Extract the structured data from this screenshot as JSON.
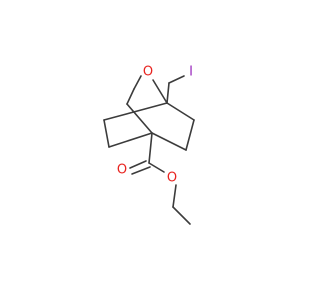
{
  "molecule": {
    "atoms": {
      "ring_oxygen": {
        "symbol": "O",
        "color": "#e8231f"
      },
      "iodine": {
        "symbol": "I",
        "color": "#9a2bbd"
      },
      "carbonyl_oxygen": {
        "symbol": "O",
        "color": "#e8231f"
      },
      "ester_oxygen": {
        "symbol": "O",
        "color": "#e8231f"
      }
    },
    "bond_color": "#3c3c3c",
    "background": "#ffffff"
  }
}
